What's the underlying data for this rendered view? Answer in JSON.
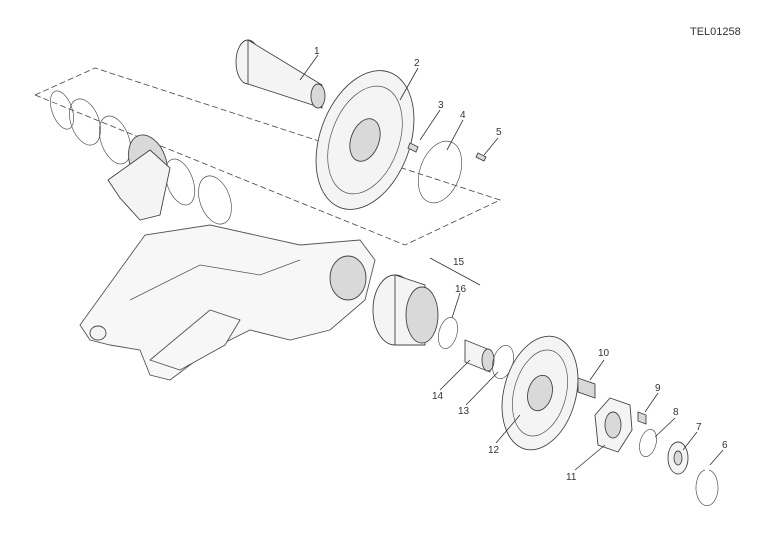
{
  "drawing_code": "TEL01258",
  "parts": [
    {
      "ref": "1"
    },
    {
      "ref": "2"
    },
    {
      "ref": "3"
    },
    {
      "ref": "4"
    },
    {
      "ref": "5"
    },
    {
      "ref": "6"
    },
    {
      "ref": "7"
    },
    {
      "ref": "8"
    },
    {
      "ref": "9"
    },
    {
      "ref": "10"
    },
    {
      "ref": "11"
    },
    {
      "ref": "12"
    },
    {
      "ref": "13"
    },
    {
      "ref": "14"
    },
    {
      "ref": "15"
    },
    {
      "ref": "16"
    }
  ]
}
